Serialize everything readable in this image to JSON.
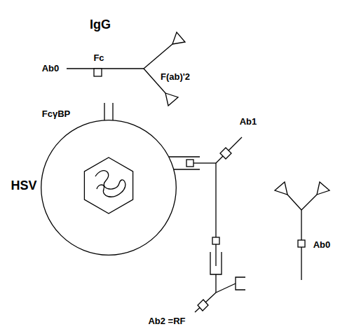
{
  "diagram": {
    "nodes": [
      {
        "text": [
          "HSV"
        ]
      }
    ],
    "labels": [
      "IgG",
      "Ab0",
      "Fc",
      "F(ab)'2",
      "FcγBP",
      "Ab1",
      "Ab2 =RF",
      "Ab0"
    ]
  }
}
